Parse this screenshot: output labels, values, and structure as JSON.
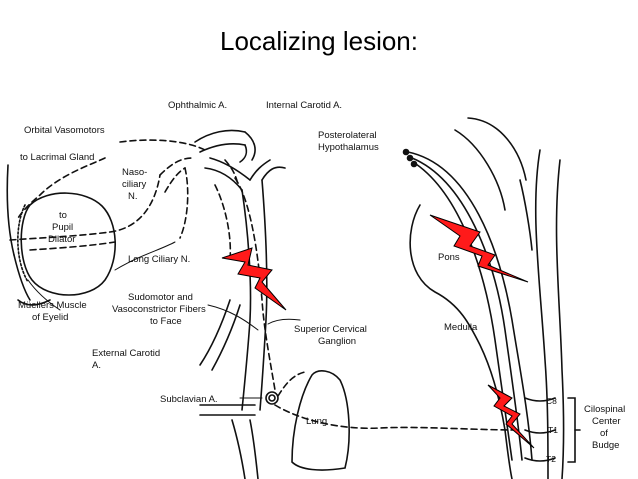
{
  "slide": {
    "title": "Localizing lesion:"
  },
  "labels": {
    "ophthalmic": "Ophthalmic A.",
    "internal_carotid": "Internal Carotid A.",
    "orbital_vasomotors": "Orbital Vasomotors",
    "lacrimal_gland": "to Lacrimal Gland",
    "nasociliary": [
      "Naso-",
      "ciliary",
      "N."
    ],
    "pupil_dilator": [
      "to",
      "Pupil",
      "Dilator"
    ],
    "long_ciliary": "Long Ciliary N.",
    "muellers": [
      "Müellers Muscle",
      "of Eyelid"
    ],
    "sudomotor": [
      "Sudomotor and",
      "Vasoconstrictor Fibers",
      "to Face"
    ],
    "superior_cervical": [
      "Superior Cervical",
      "Ganglion"
    ],
    "external_carotid": [
      "External Carotid",
      "A."
    ],
    "subclavian": "Subclavian A.",
    "lung": "Lung",
    "posterolateral": [
      "Posterolateral",
      "Hypothalamus"
    ],
    "pons": "Pons",
    "medulla": "Medulla",
    "c8": "C8",
    "t1": "T1",
    "t2": "T2",
    "ciliospinal": [
      "Cilospinal",
      "Center",
      "of",
      "Budge"
    ]
  },
  "colors": {
    "lesion_fill": "#ff1a1a",
    "lesion_stroke": "#000000",
    "line": "#111111",
    "background": "#ffffff"
  },
  "icons": [
    "lightning-lesion-icon"
  ]
}
